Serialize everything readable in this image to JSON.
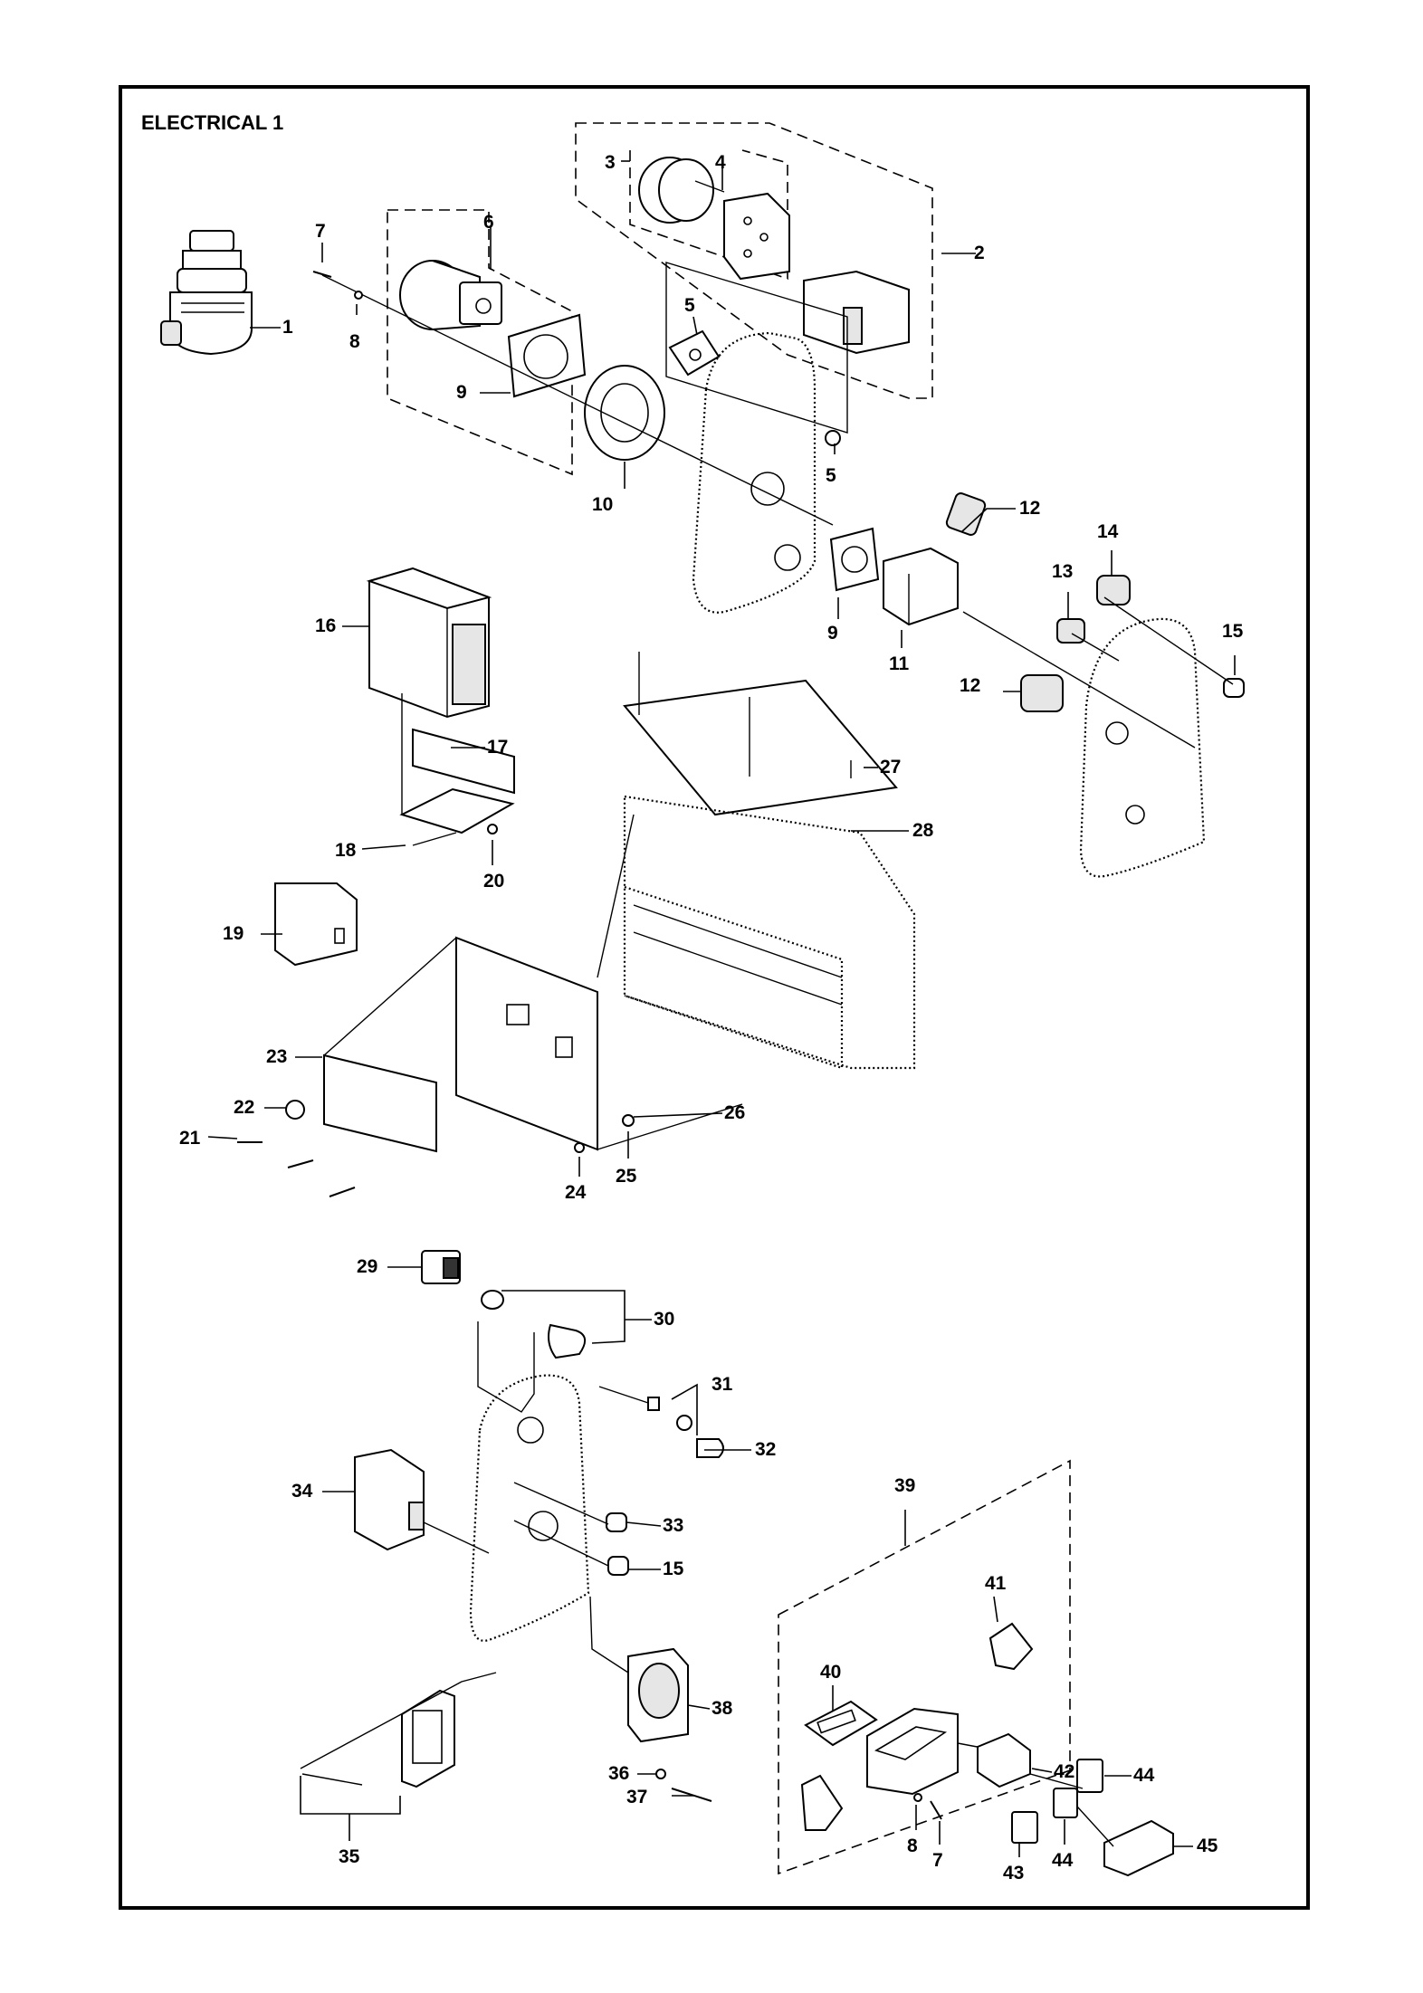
{
  "title": "ELECTRICAL 1",
  "callouts": {
    "c1": "1",
    "c2": "2",
    "c3": "3",
    "c4": "4",
    "c5a": "5",
    "c5b": "5",
    "c6": "6",
    "c7a": "7",
    "c7b": "7",
    "c8a": "8",
    "c8b": "8",
    "c9a": "9",
    "c9b": "9",
    "c10": "10",
    "c11": "11",
    "c12a": "12",
    "c12b": "12",
    "c13": "13",
    "c14": "14",
    "c15a": "15",
    "c15b": "15",
    "c16": "16",
    "c17": "17",
    "c18": "18",
    "c19": "19",
    "c20": "20",
    "c21": "21",
    "c22": "22",
    "c23": "23",
    "c24": "24",
    "c25": "25",
    "c26": "26",
    "c27": "27",
    "c28": "28",
    "c29": "29",
    "c30": "30",
    "c31": "31",
    "c32": "32",
    "c33": "33",
    "c34": "34",
    "c35": "35",
    "c36": "36",
    "c37": "37",
    "c38": "38",
    "c39": "39",
    "c40": "40",
    "c41": "41",
    "c42": "42",
    "c43": "43",
    "c44a": "44",
    "c44b": "44",
    "c45": "45"
  }
}
